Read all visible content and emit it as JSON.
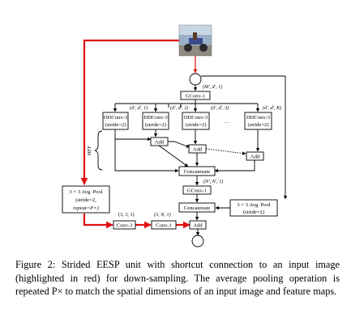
{
  "diagram": {
    "gconv_top": "GConv-1",
    "gconv_bottom": "GConv-1",
    "ddconv_label": "DDConv-3",
    "stride_label": "(stride=2)",
    "ddconv_annotations": [
      "(d', d', 1)",
      "(d', d', 2)",
      "(d', d', 3)",
      "(d', d', K)"
    ],
    "top_annotation": "(M', d', 1)",
    "mid_annotation": "(N', N', 1)",
    "ellipsis": "…",
    "add_label": "Add",
    "concat_label": "Concatenate",
    "hff_label": "HFF",
    "pool_left": [
      "3 × 3 Avg. Pool",
      "(stride=2,",
      "repeat=P×)"
    ],
    "pool_right": [
      "3 × 3 Avg. Pool",
      "(stride=2)"
    ],
    "conv3_label": "Conv-3",
    "conv1_label": "Conv-1",
    "conv3_annotation": "(3, 3, 1)",
    "conv1_annotation": "(3, N, 1)",
    "colors": {
      "shortcut": "#e01010",
      "boxes": "#000000"
    }
  },
  "caption": {
    "figure_label": "Figure 2:",
    "text": "Strided EESP unit with shortcut connection to an input image (highlighted in red) for down-sampling. The average pooling operation is repeated P× to match the spatial dimensions of an input image and feature maps."
  }
}
